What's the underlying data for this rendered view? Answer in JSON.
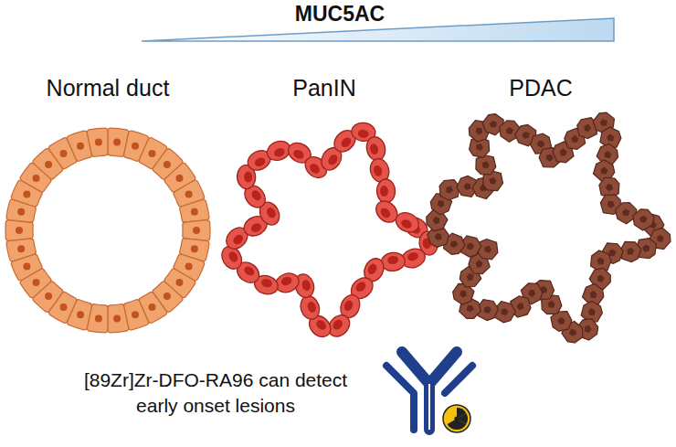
{
  "diagram": {
    "labels": [
      "MUC5AC",
      "Normal duct",
      "PanIN",
      "PDAC",
      "[89Zr]Zr-DFO-RA96 can detect early onset lesions"
    ]
  }
}
